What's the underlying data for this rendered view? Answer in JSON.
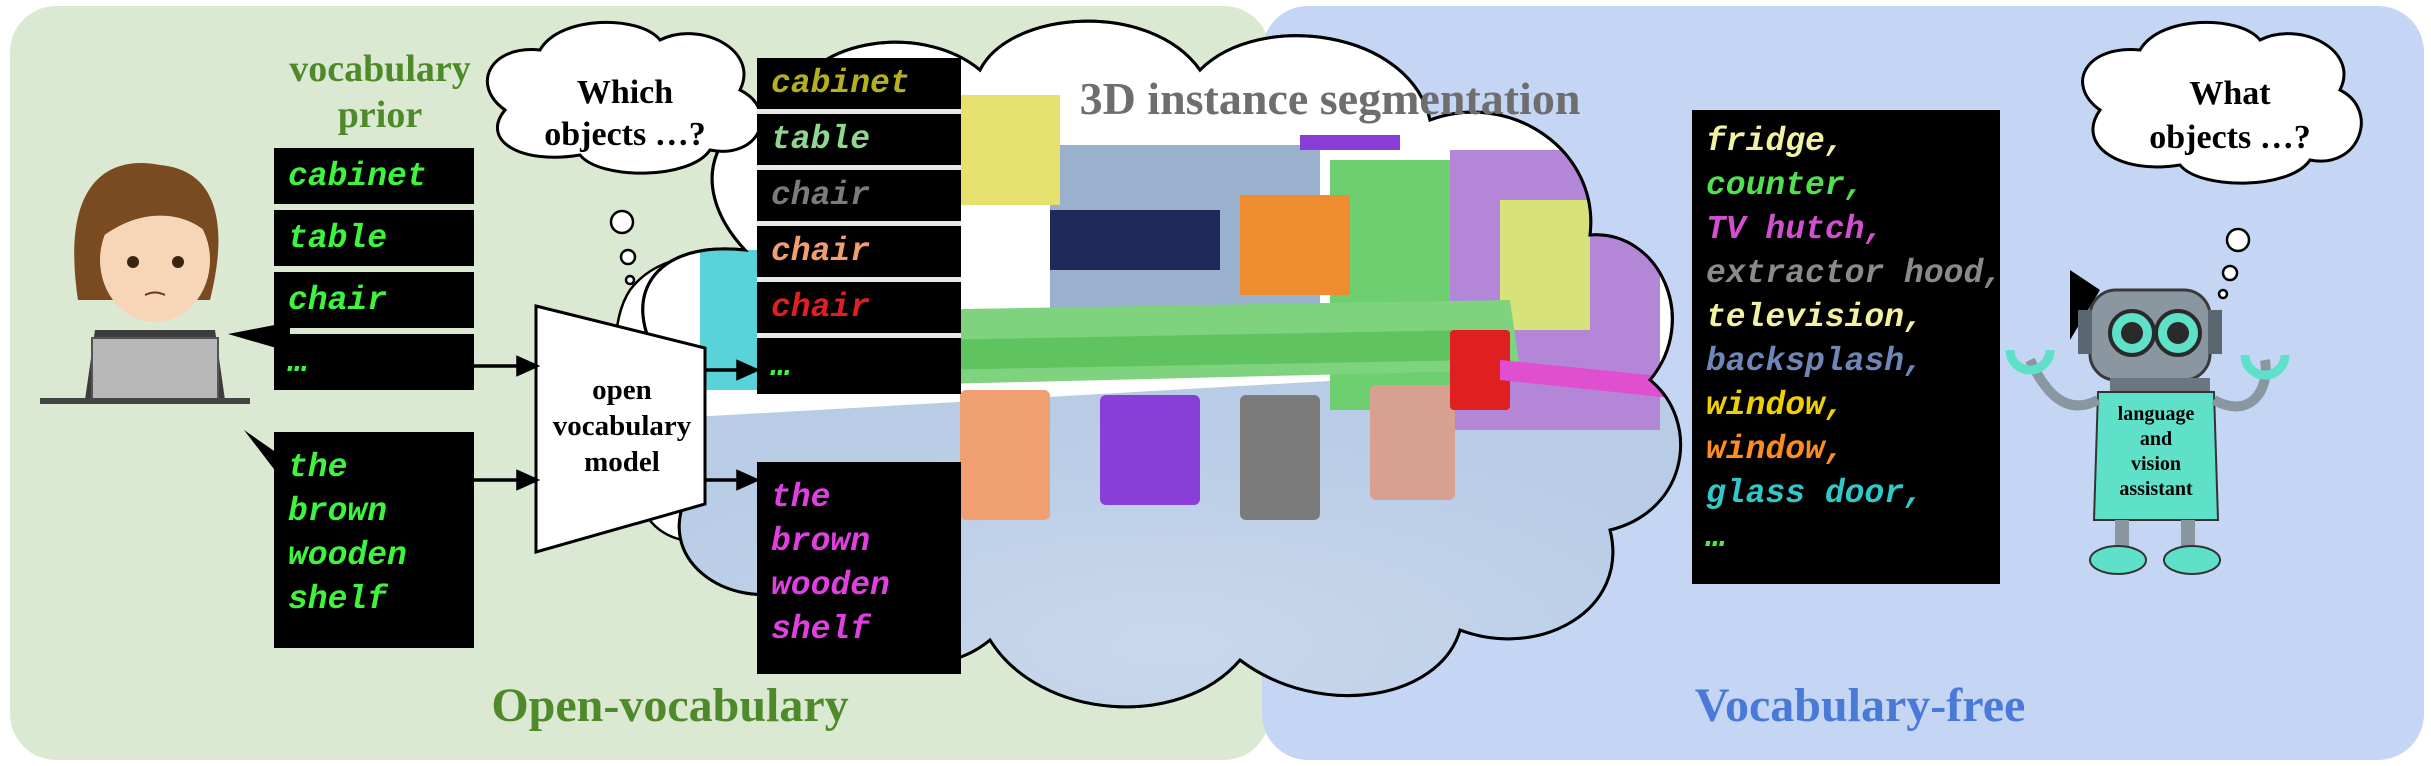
{
  "left_panel": {
    "label": "Open-vocabulary",
    "vocab_prior_title_line1": "vocabulary",
    "vocab_prior_title_line2": "prior",
    "vocab_items": [
      "cabinet",
      "table",
      "chair",
      "…"
    ],
    "query_lines": [
      "the",
      "brown",
      "wooden",
      "shelf"
    ],
    "thought_line1": "Which",
    "thought_line2": "objects …?",
    "model_line1": "open",
    "model_line2": "vocabulary",
    "model_line3": "model",
    "result_items": [
      {
        "text": "cabinet",
        "color": "#b5b01f"
      },
      {
        "text": "table",
        "color": "#8fd78f"
      },
      {
        "text": "chair",
        "color": "#7b7b7b"
      },
      {
        "text": "chair",
        "color": "#f0a070"
      },
      {
        "text": "chair",
        "color": "#e02020"
      },
      {
        "text": "…",
        "color": "#3cf53c"
      }
    ],
    "result_query_lines": [
      "the",
      "brown",
      "wooden",
      "shelf"
    ],
    "result_query_color": "#e040e0"
  },
  "center": {
    "title": "3D instance segmentation"
  },
  "right_panel": {
    "label": "Vocabulary-free",
    "thought_line1": "What",
    "thought_line2": "objects …?",
    "robot_line1": "language",
    "robot_line2": "and",
    "robot_line3": "vision",
    "robot_line4": "assistant",
    "vocab_items": [
      {
        "text": "fridge,",
        "color": "#f2f2a0"
      },
      {
        "text": "counter,",
        "color": "#50e050"
      },
      {
        "text": "TV hutch,",
        "color": "#d050d0"
      },
      {
        "text": "extractor hood,",
        "color": "#8a8a8a"
      },
      {
        "text": "television,",
        "color": "#f2f2a0"
      },
      {
        "text": "backsplash,",
        "color": "#6f86b8"
      },
      {
        "text": "window,",
        "color": "#f0d000"
      },
      {
        "text": "window,",
        "color": "#ff8c20"
      },
      {
        "text": "glass door,",
        "color": "#30c8c8"
      },
      {
        "text": "…",
        "color": "#3cf53c"
      }
    ]
  },
  "colors": {
    "open_vocab_label": "#4f8a2a",
    "vocab_free_label": "#4a7ad8",
    "vocab_prior_title": "#4f8a2a",
    "prompt_text": "#3cf53c",
    "title_gray": "#6e6e6e",
    "robot_teal": "#5fe0c8"
  }
}
